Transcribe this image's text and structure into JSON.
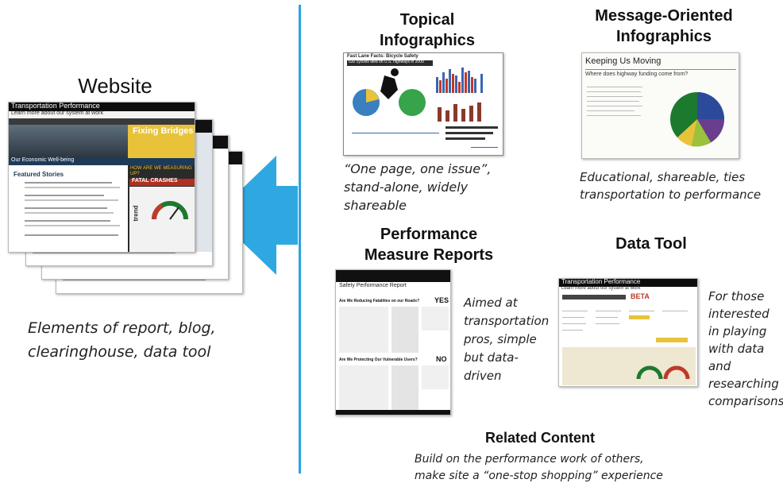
{
  "colors": {
    "divider": "#29a3e0",
    "arrow": "#2fa8e2",
    "website_header": "#0c0c0c",
    "accent_yellow": "#e8c33a",
    "pie_green": "#1c7a2f",
    "pie_blue": "#2c4a9a"
  },
  "website": {
    "title": "Website",
    "caption": "Elements of report, blog, clearinghouse, data tool",
    "thumb_header": "Transportation Performance",
    "thumb_subheader": "Learn more about our system at work",
    "thumb_banner": "Fixing Bridges",
    "thumb_section": "Our Economic Well-being",
    "thumb_featured": "Featured Stories",
    "thumb_measuring": "HOW ARE WE MEASURING UP?",
    "thumb_fatal": "FATAL CRASHES",
    "thumb_trend": "trend"
  },
  "topical": {
    "title": "Topical Infographics",
    "caption": "“One page, one issue”, stand-alone, widely shareable",
    "thumb_title": "Fast Lane Facts: Bicycle Safety",
    "thumb_stat": "630 cyclists died on U.S. highways in 2009"
  },
  "message": {
    "title": "Message-Oriented Infographics",
    "caption": "Educational, shareable, ties transportation to performance",
    "thumb_title": "Keeping Us Moving",
    "thumb_question": "Where does highway funding come from?"
  },
  "reports": {
    "title": "Performance Measure Reports",
    "caption": "Aimed at transportation pros, simple but data-driven",
    "thumb_title": "Safety Performance Report",
    "thumb_q1": "Are We Reducing Fatalities on our Roads?",
    "thumb_a1": "YES",
    "thumb_q2": "Are We Protecting Our Vulnerable Users?",
    "thumb_a2": "NO"
  },
  "datatool": {
    "title": "Data Tool",
    "caption": "For those interested in playing with data and researching comparisons",
    "thumb_header": "Transportation Performance",
    "thumb_subheader": "Learn more about our system at work",
    "thumb_beta": "BETA"
  },
  "related": {
    "title": "Related Content",
    "caption": "Build on the performance work of others, make site a “one-stop shopping” experience"
  }
}
